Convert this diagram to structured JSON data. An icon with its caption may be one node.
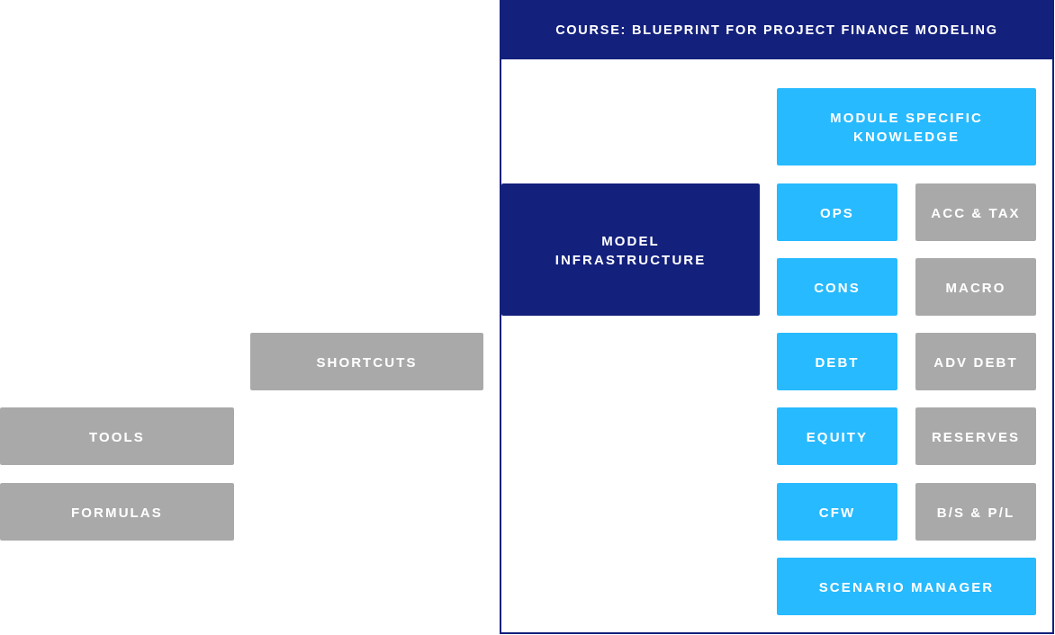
{
  "diagram": {
    "nodes": [
      {
        "text": [
          "COURSE: BLUEPRINT FOR PROJECT FINANCE MODELING"
        ]
      },
      {
        "text": [
          "MODULE SPECIFIC KNOWLEDGE"
        ],
        "in": 0
      },
      {
        "text": [
          "MODEL INFRASTRUCTURE"
        ],
        "in": 0
      },
      {
        "text": [
          "OPS"
        ],
        "in": 0
      },
      {
        "text": [
          "ACC & TAX"
        ],
        "in": 0
      },
      {
        "text": [
          "CONS"
        ],
        "in": 0
      },
      {
        "text": [
          "MACRO"
        ],
        "in": 0
      },
      {
        "text": [
          "DEBT"
        ],
        "in": 0
      },
      {
        "text": [
          "ADV DEBT"
        ],
        "in": 0
      },
      {
        "text": [
          "EQUITY"
        ],
        "in": 0
      },
      {
        "text": [
          "RESERVES"
        ],
        "in": 0
      },
      {
        "text": [
          "CFW"
        ],
        "in": 0
      },
      {
        "text": [
          "B/S & P/L"
        ],
        "in": 0
      },
      {
        "text": [
          "SCENARIO MANAGER"
        ],
        "in": 0
      },
      {
        "text": [
          "SHORTCUTS"
        ]
      },
      {
        "text": [
          "TOOLS"
        ]
      },
      {
        "text": [
          "FORMULAS"
        ]
      }
    ]
  }
}
